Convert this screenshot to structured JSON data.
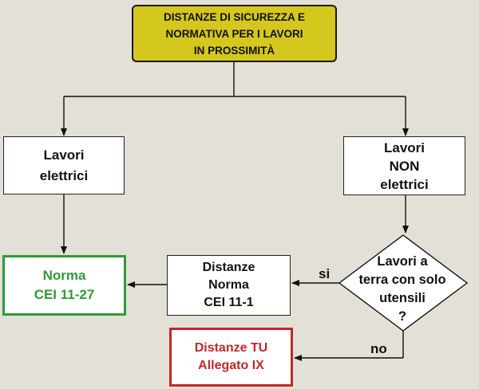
{
  "title": {
    "lines": [
      "DISTANZE DI SICUREZZA E",
      "NORMATIVA PER I LAVORI",
      "IN PROSSIMITÀ"
    ]
  },
  "nodes": {
    "lavori_elettrici": {
      "lines": [
        "Lavori",
        "elettrici"
      ]
    },
    "lavori_non_elettrici": {
      "lines": [
        "Lavori",
        "NON",
        "elettrici"
      ]
    },
    "decision": {
      "lines": [
        "Lavori a",
        "terra con solo",
        "utensili",
        "?"
      ]
    },
    "distanze_cei_111": {
      "lines": [
        "Distanze",
        "Norma",
        "CEI 11-1"
      ]
    },
    "norma_cei_1127": {
      "lines": [
        "Norma",
        "CEI 11-27"
      ]
    },
    "distanze_tu": {
      "lines": [
        "Distanze TU",
        "Allegato IX"
      ]
    }
  },
  "edges": {
    "si_label": "si",
    "no_label": "no"
  },
  "colors": {
    "background": "#e3e0d8",
    "title_fill": "#d4c71e",
    "green_border": "#2f9a37",
    "red_border": "#c1282b"
  }
}
